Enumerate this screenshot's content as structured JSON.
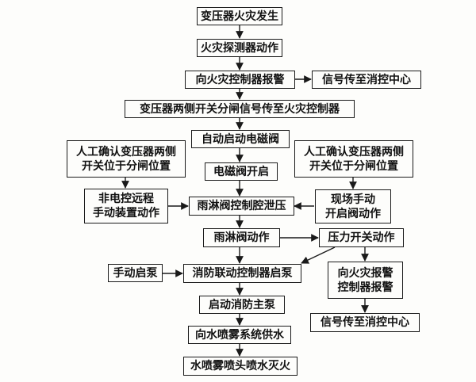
{
  "nodes": {
    "transformer_fire": "变压器火灾发生",
    "fire_detector": "火灾探测器动作",
    "alarm_to_controller": "向火灾控制器报警",
    "signal_to_center_top": "信号传至消控中心",
    "breaker_open_signal": "变压器两侧开关分闸信号传至火灾控制器",
    "auto_start_valve": "自动启动电磁阀",
    "valve_open": "电磁阀开启",
    "manual_confirm_left": [
      "人工确认变压器两侧",
      "开关位于分闸位置"
    ],
    "manual_confirm_right": [
      "人工确认变压器两侧",
      "开关位于分闸位置"
    ],
    "remote_manual_device": [
      "非电控远程",
      "手动装置动作"
    ],
    "onsite_manual_valve": [
      "现场手动",
      "开启阀动作"
    ],
    "deluge_chamber_release": "雨淋阀控制腔泄压",
    "deluge_valve_action": "雨淋阀动作",
    "pressure_switch": "压力开关动作",
    "manual_pump": "手动启泵",
    "linkage_controller_pump": "消防联动控制器启泵",
    "alarm_controller_alarm": [
      "向火灾报警",
      "控制器报警"
    ],
    "start_main_pump": "启动消防主泵",
    "signal_to_center_bottom": "信号传至消控中心",
    "water_supply": "向水喷雾系统供水",
    "nozzle_extinguish": "水喷雾喷头喷水灭火"
  }
}
